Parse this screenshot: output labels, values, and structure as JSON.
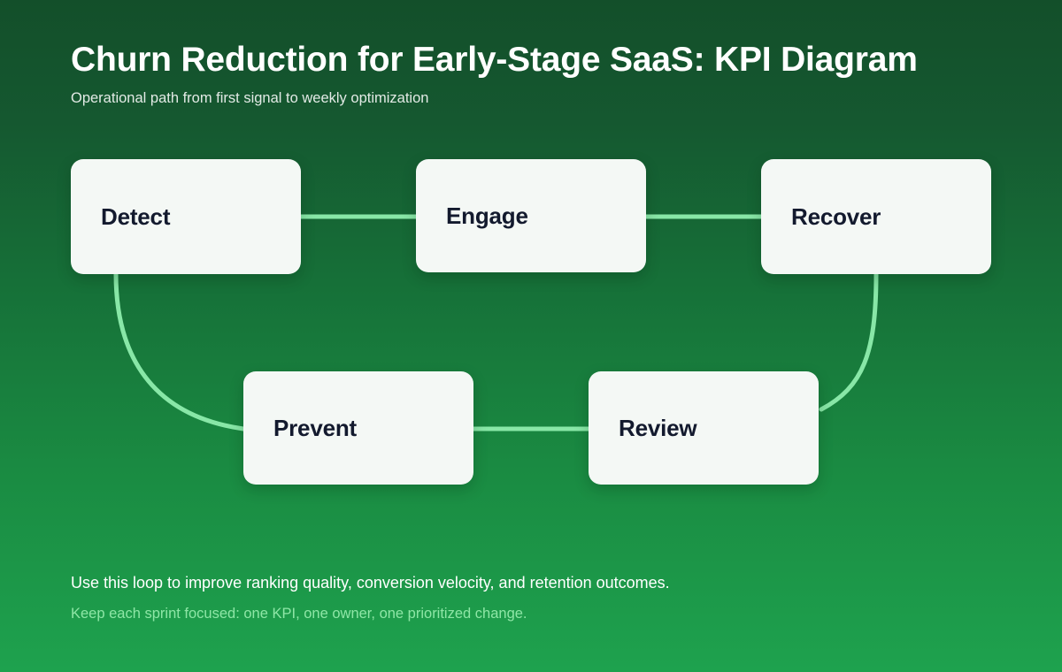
{
  "header": {
    "title": "Churn Reduction for Early-Stage SaaS: KPI Diagram",
    "subtitle": "Operational path from first signal to weekly optimization"
  },
  "diagram": {
    "type": "flow-loop",
    "nodes": [
      {
        "id": "detect",
        "label": "Detect"
      },
      {
        "id": "engage",
        "label": "Engage"
      },
      {
        "id": "recover",
        "label": "Recover"
      },
      {
        "id": "prevent",
        "label": "Prevent"
      },
      {
        "id": "review",
        "label": "Review"
      }
    ],
    "edges": [
      {
        "from": "detect",
        "to": "engage",
        "style": "straight"
      },
      {
        "from": "engage",
        "to": "recover",
        "style": "straight"
      },
      {
        "from": "recover",
        "to": "review",
        "style": "curved"
      },
      {
        "from": "review",
        "to": "prevent",
        "style": "straight"
      },
      {
        "from": "prevent",
        "to": "detect",
        "style": "curved"
      }
    ]
  },
  "footer": {
    "primary": "Use this loop to improve ranking quality, conversion velocity, and retention outcomes.",
    "secondary": "Keep each sprint focused: one KPI, one owner, one prioritized change."
  },
  "colors": {
    "background_top": "#134f2a",
    "background_bottom": "#1ea24e",
    "node_fill": "#f4f8f5",
    "node_text": "#131a2e",
    "connector": "#88e7a7",
    "footer_accent": "#8ee6a6"
  }
}
